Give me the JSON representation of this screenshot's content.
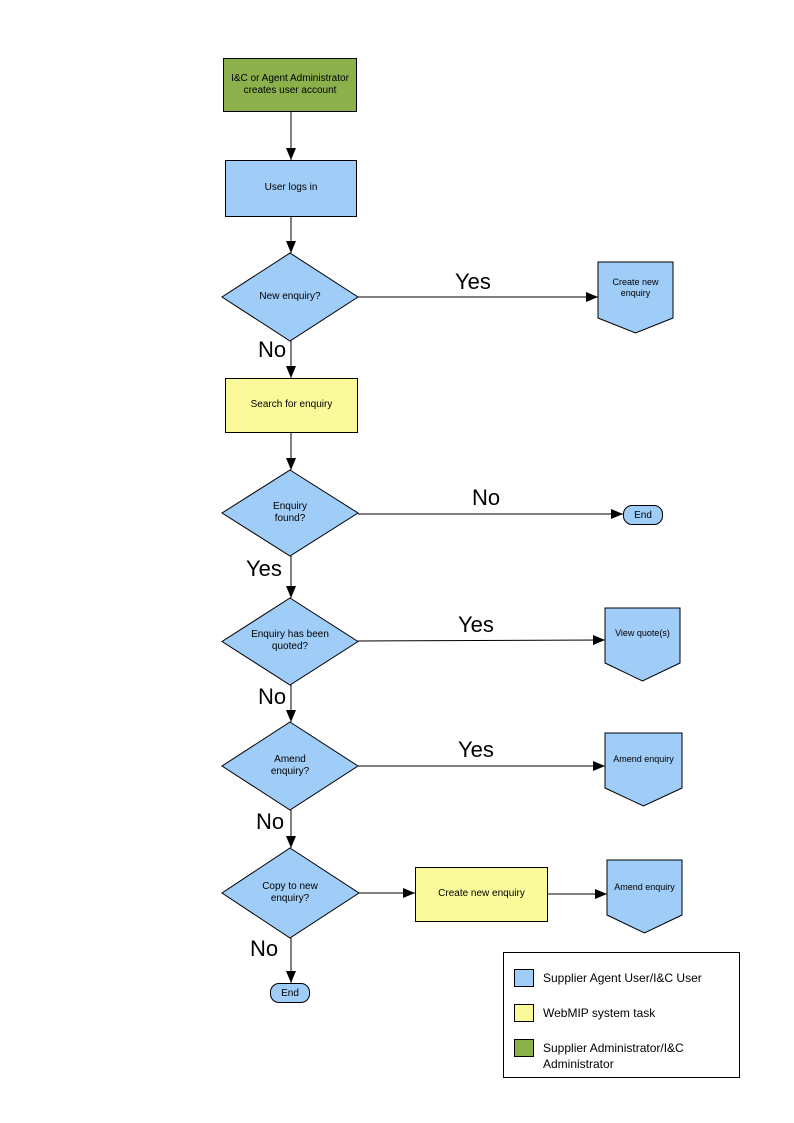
{
  "nodes": {
    "create_account": "I&C or Agent Administrator creates user account",
    "user_logs_in": "User logs in",
    "new_enquiry_q": "New enquiry?",
    "create_new_enquiry": "Create new enquiry",
    "search_for_enquiry": "Search for enquiry",
    "enquiry_found_q": "Enquiry found?",
    "end_1": "End",
    "enquiry_quoted_q": "Enquiry has been quoted?",
    "view_quotes": "View quote(s)",
    "amend_enquiry_q": "Amend enquiry?",
    "amend_enquiry": "Amend enquiry",
    "copy_to_new_q": "Copy to new enquiry?",
    "create_new_enquiry_2": "Create new enquiry",
    "amend_enquiry_2": "Amend enquiry",
    "end_2": "End"
  },
  "edge_labels": {
    "new_enquiry_yes": "Yes",
    "new_enquiry_no": "No",
    "enquiry_found_no": "No",
    "enquiry_found_yes": "Yes",
    "quoted_yes": "Yes",
    "quoted_no": "No",
    "amend_yes": "Yes",
    "amend_no": "No",
    "copy_no": "No"
  },
  "legend": {
    "items": [
      {
        "label": "Supplier Agent User/I&C User",
        "color": "#A0CCF8"
      },
      {
        "label": "WebMIP system task",
        "color": "#FAFA9B"
      },
      {
        "label": "Supplier Administrator/I&C Administrator",
        "color": "#8CB04C"
      }
    ]
  },
  "colors": {
    "user_task": "#A0CCF8",
    "system_task": "#FAFA9B",
    "admin_task": "#8CB04C",
    "connector": "#000000"
  }
}
